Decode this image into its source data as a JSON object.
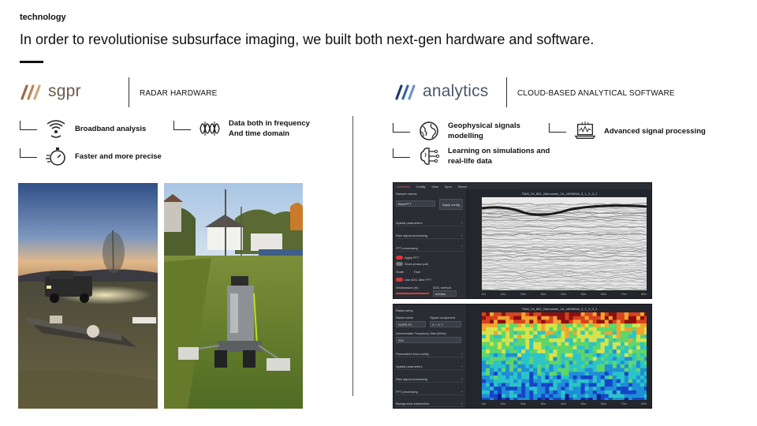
{
  "section_tag": "technology",
  "headline": "In order to revolutionise subsurface imaging, we built both next-gen hardware and software.",
  "hardware": {
    "logo_text": "sgpr",
    "caption": "RADAR HARDWARE",
    "features": [
      {
        "icon": "broadband-waves-icon",
        "lines": [
          "Broadband analysis"
        ]
      },
      {
        "icon": "frequency-time-wave-icon",
        "lines": [
          "Data both in frequency",
          "And time domain"
        ]
      },
      {
        "icon": "stopwatch-icon",
        "lines": [
          "Faster and more precise"
        ]
      }
    ]
  },
  "software": {
    "logo_text": "analytics",
    "caption": "CLOUD-BASED ANALYTICAL SOFTWARE",
    "features": [
      {
        "icon": "globe-icon",
        "lines": [
          "Geophysical signals",
          "modelling"
        ]
      },
      {
        "icon": "laptop-signal-icon",
        "lines": [
          "Advanced signal processing"
        ]
      },
      {
        "icon": "brain-circuit-icon",
        "lines": [
          "Learning on simulations and",
          "real-life data"
        ]
      }
    ]
  },
  "screenshot_top": {
    "menu": [
      "Overview",
      "Config",
      "View",
      "Sync",
      "Saves"
    ],
    "panel_header": "Sample names",
    "preset_select": "BaseFFT",
    "apply_button": "Apply config",
    "sections": [
      "Spatial parameters",
      "Raw signal processing",
      "FFT processing"
    ],
    "toggles": [
      "Apply FFT",
      "Show phase part"
    ],
    "scale_label": "Scale",
    "scale_value": "Fast",
    "toggle_agc": "Use AGC after FFT",
    "window_label": "Windowsize (m)",
    "agc_label": "AGC method",
    "agc_value": "median",
    "plot_title": "TMAI_04_802_Zakrzowek_1A_JASMINA_3_1_X_3_1",
    "x_ticks": [
      "0m",
      "10m",
      "20m",
      "30m",
      "40m",
      "50m",
      "60m",
      "70m",
      "80m"
    ]
  },
  "screenshot_bottom": {
    "panel_header": "Radar setup",
    "radar_name_label": "Radar name",
    "antenna_label": "Signal component",
    "radar_name": "SGPR P1",
    "antenna_value": "X + X Y",
    "freq_label": "Intermediate Frequency Start (MHz)",
    "freq_value": "200",
    "sections": [
      "Parameters from config",
      "Spatial parameters",
      "Raw signal processing",
      "FFT processing",
      "Background subtraction"
    ],
    "plot_title": "TMAI_04_802_Zakrzowek_1A_JASMINA_3_1_X_3_1",
    "x_ticks": [
      "0m",
      "10m",
      "20m",
      "30m",
      "40m",
      "50m",
      "60m",
      "70m",
      "80m"
    ]
  },
  "colors": {
    "sgpr_mark": [
      "#9b6a3f",
      "#b98753",
      "#d4a777"
    ],
    "analytics_mark": [
      "#1f3a66",
      "#3c64a3",
      "#6c93cc"
    ]
  }
}
